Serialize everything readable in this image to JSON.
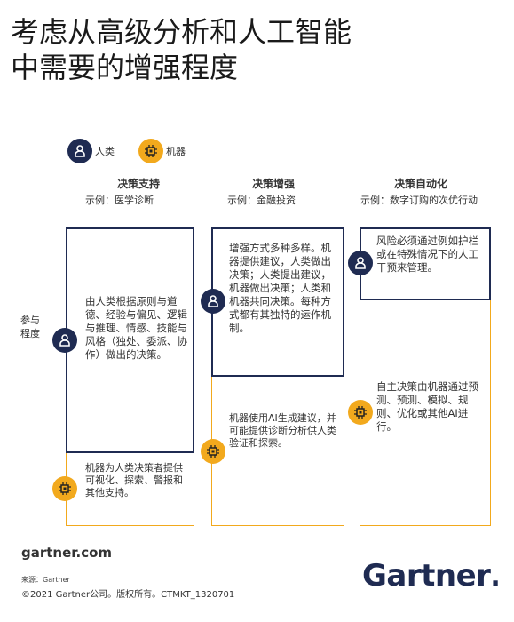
{
  "title": {
    "line1": "考虑从高级分析和人工智能",
    "line2": "中需要的增强程度"
  },
  "legend": {
    "human": "人类",
    "machine": "机器"
  },
  "columns": [
    {
      "heading": "决策支持",
      "example": "示例：医学诊断"
    },
    {
      "heading": "决策增强",
      "example": "示例：金融投资"
    },
    {
      "heading": "决策自动化",
      "example": "示例：数字订购的次优行动"
    }
  ],
  "axis": {
    "label": "参与程度"
  },
  "boxes": {
    "support_human": "由人类根据原则与道德、经验与偏见、逻辑与推理、情感、技能与风格（独处、委派、协作）做出的决策。",
    "support_machine": "机器为人类决策者提供可视化、探索、警报和其他支持。",
    "augment_human": "增强方式多种多样。机器提供建议，人类做出决策；人类提出建议，机器做出决策；人类和机器共同决策。每种方式都有其独特的运作机制。",
    "augment_machine": "机器使用AI生成建议，并可能提供诊断分析供人类验证和探索。",
    "auto_human": "风险必须通过例如护栏或在特殊情况下的人工干预来管理。",
    "auto_machine": "自主决策由机器通过预测、预测、模拟、规则、优化或其他AI进行。"
  },
  "footer": {
    "url": "gartner.com",
    "source": "来源：Gartner",
    "copyright": "©2021 Gartner公司。版权所有。CTMKT_1320701",
    "logo": "Gartner",
    "logo_dot": "."
  },
  "colors": {
    "human": "#1f2b52",
    "machine": "#f2a91d"
  }
}
